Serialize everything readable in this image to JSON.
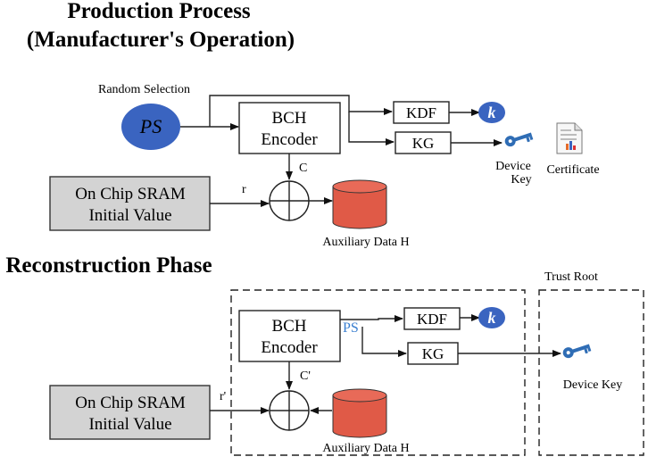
{
  "production": {
    "title_line1": "Production Process",
    "title_line2": "(Manufacturer's Operation)",
    "random_selection": "Random Selection",
    "ps": "PS",
    "bch_line1": "BCH",
    "bch_line2": "Encoder",
    "kdf": "KDF",
    "kg": "KG",
    "k": "k",
    "c": "C",
    "r": "r",
    "sram_line1": "On Chip SRAM",
    "sram_line2": "Initial Value",
    "aux": "Auxiliary Data H",
    "device_key_line1": "Device",
    "device_key_line2": "Key",
    "certificate": "Certificate"
  },
  "reconstruction": {
    "title": "Reconstruction Phase",
    "trust_root": "Trust Root",
    "bch_line1": "BCH",
    "bch_line2": "Encoder",
    "ps": "PS",
    "kdf": "KDF",
    "kg": "KG",
    "k": "k",
    "c_prime": "C'",
    "r_prime": "r'",
    "sram_line1": "On Chip SRAM",
    "sram_line2": "Initial Value",
    "aux": "Auxiliary Data H",
    "device_key": "Device Key"
  },
  "colors": {
    "ps_ellipse": "#3a64c0",
    "k_ellipse": "#3a64c0",
    "cylinder": "#e05a47",
    "sram_fill": "#d3d3d3",
    "key_icon": "#2f6db5",
    "ps_label_text": "#3a7fd0"
  }
}
